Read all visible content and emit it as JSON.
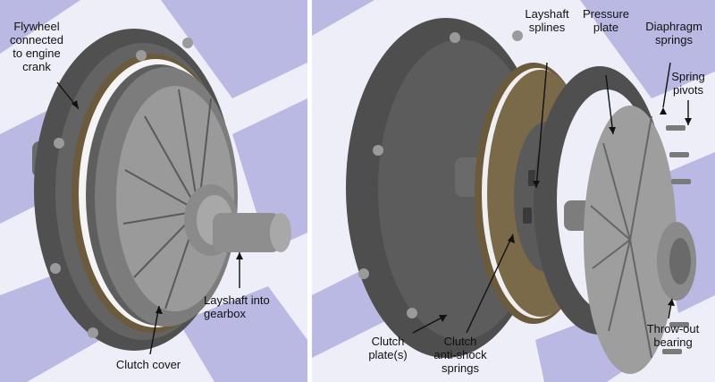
{
  "colors": {
    "floor_light": "#eeeef8",
    "floor_dark": "#b9b9e4",
    "metal_dark": "#4d4d4d",
    "metal_mid": "#7a7a7a",
    "metal_light": "#a8a8a8",
    "friction": "#6b5a3c",
    "gap": "#ffffff",
    "text": "#111111"
  },
  "left_panel": {
    "labels": {
      "flywheel": [
        "Flywheel",
        "connected",
        "to engine",
        "crank"
      ],
      "layshaft_gearbox": [
        "Layshaft into",
        "gearbox"
      ],
      "clutch_cover": [
        "Clutch cover"
      ]
    }
  },
  "right_panel": {
    "labels": {
      "layshaft_splines": [
        "Layshaft",
        "splines"
      ],
      "pressure_plate": [
        "Pressure",
        "plate"
      ],
      "diaphragm_springs": [
        "Diaphragm",
        "springs"
      ],
      "spring_pivots": [
        "Spring",
        "pivots"
      ],
      "clutch_plates": [
        "Clutch",
        "plate(s)"
      ],
      "anti_shock": [
        "Clutch",
        "anti-shock",
        "springs"
      ],
      "throwout": [
        "Throw-out",
        "bearing"
      ]
    }
  }
}
